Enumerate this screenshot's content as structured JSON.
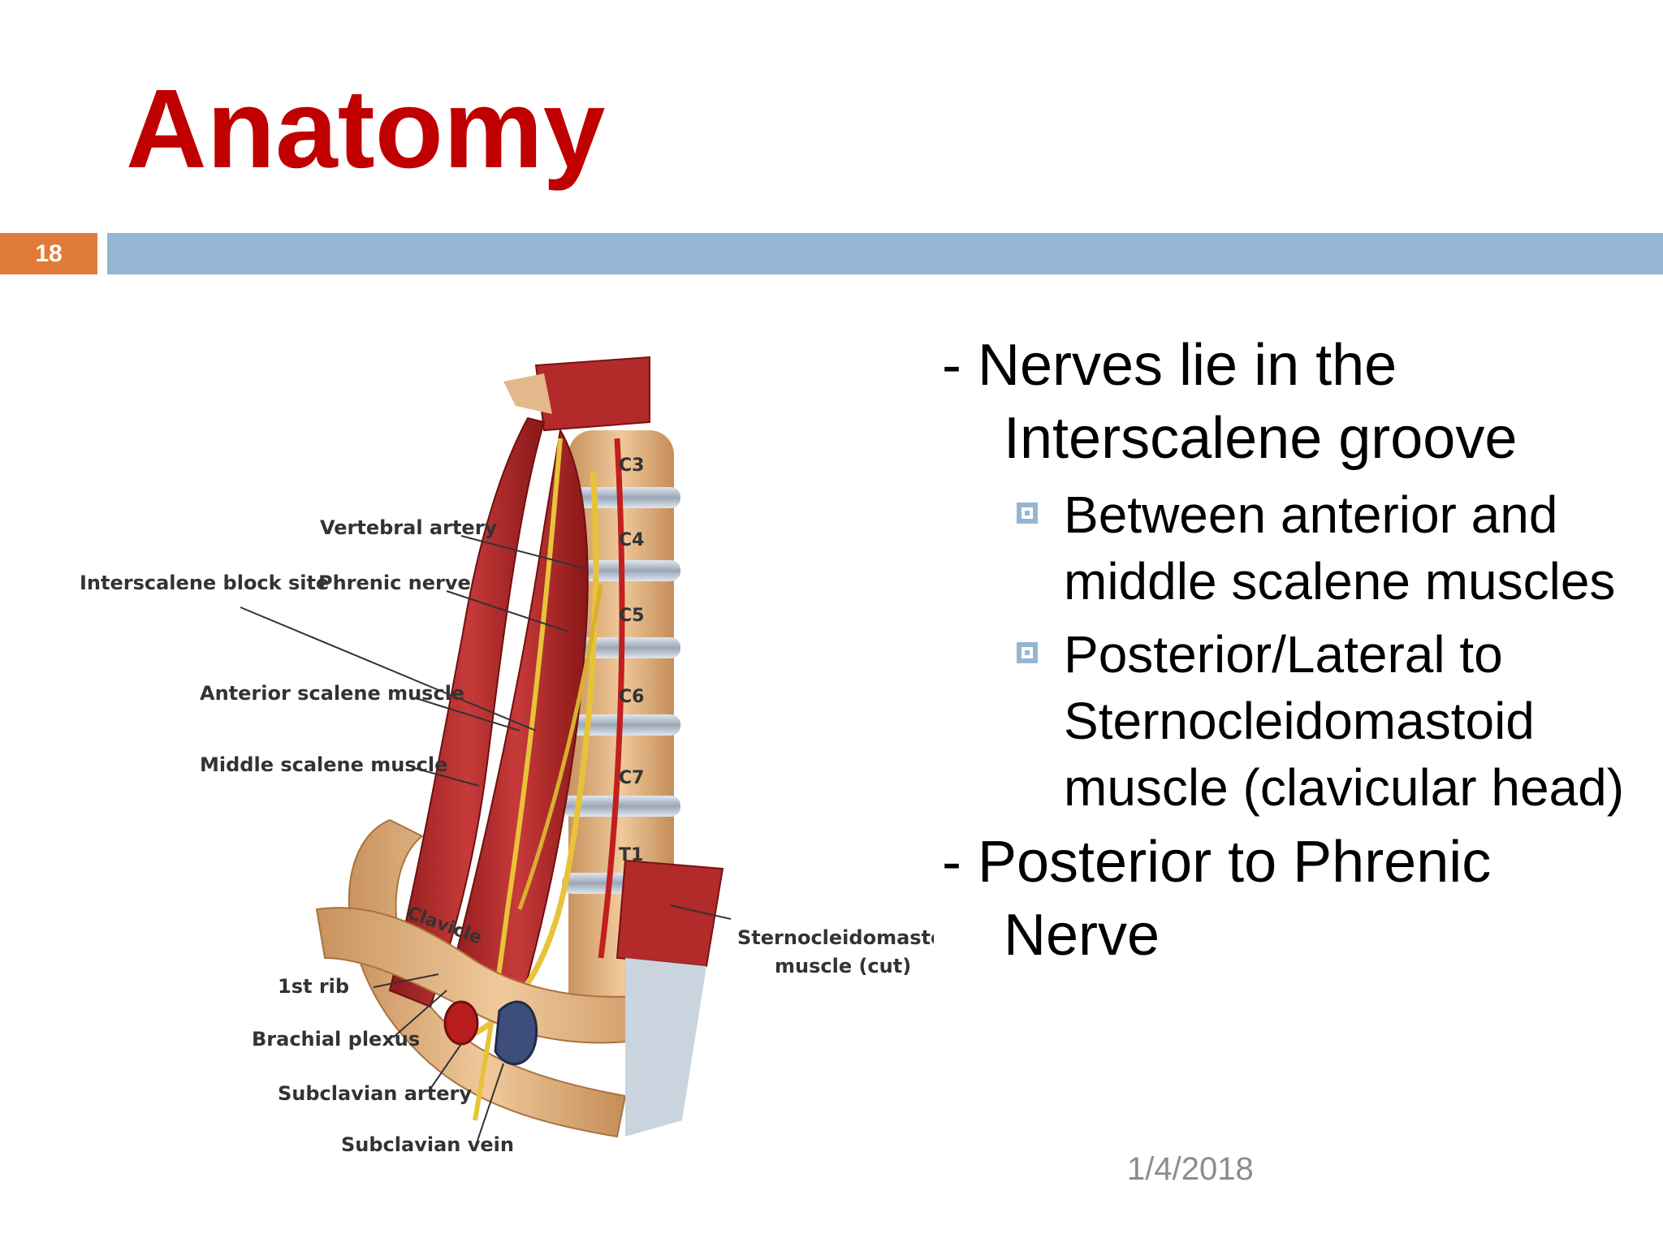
{
  "slide": {
    "title": "Anatomy",
    "number": "18",
    "date": "1/4/2018"
  },
  "figure": {
    "vertebrae": [
      "C3",
      "C4",
      "C5",
      "C6",
      "C7",
      "T1"
    ],
    "labels": {
      "vertebral_artery": "Vertebral artery",
      "interscalene_block_site": "Interscalene block site",
      "phrenic_nerve": "Phrenic nerve",
      "anterior_scalene": "Anterior scalene muscle",
      "middle_scalene": "Middle scalene muscle",
      "clavicle": "Clavicle",
      "first_rib": "1st rib",
      "brachial_plexus": "Brachial plexus",
      "subclavian_artery": "Subclavian artery",
      "subclavian_vein": "Subclavian vein",
      "scm_line1": "Sternocleidomastoid",
      "scm_line2": "muscle (cut)"
    }
  },
  "bullets": {
    "item1": "- Nerves lie in the Interscalene groove",
    "sub1": "Between anterior and middle scalene muscles",
    "sub2": "Posterior/Lateral to Sternocleidomastoid muscle (clavicular head)",
    "item2": "- Posterior to Phrenic Nerve"
  },
  "colors": {
    "title": "#c00000",
    "slide_number_bg": "#e07b39",
    "band": "#94b6d2",
    "bullet_square": "#94b6d2",
    "date": "#8c8c8c"
  }
}
